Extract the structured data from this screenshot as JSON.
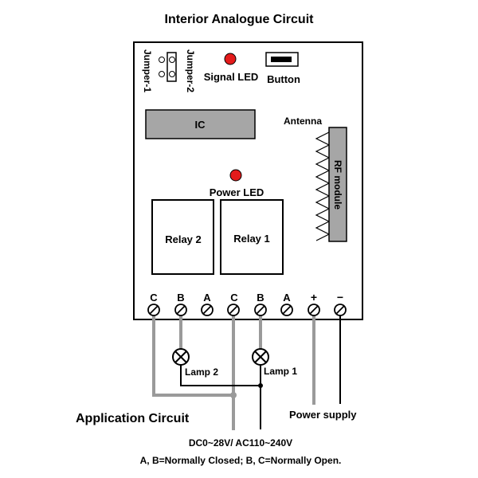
{
  "title": "Interior Analogue Circuit",
  "board": {
    "jumper1_label": "Jumper-1",
    "jumper2_label": "Jumper-2",
    "signal_led_label": "Signal LED",
    "button_label": "Button",
    "ic_label": "IC",
    "antenna_label": "Antenna",
    "rf_module_label": "RF module",
    "power_led_label": "Power LED",
    "relay2_label": "Relay 2",
    "relay1_label": "Relay 1"
  },
  "terminals": {
    "labels": [
      "C",
      "B",
      "A",
      "C",
      "B",
      "A",
      "+",
      "−"
    ]
  },
  "external": {
    "lamp2_label": "Lamp 2",
    "lamp1_label": "Lamp 1",
    "power_supply_label": "Power supply",
    "application_circuit_label": "Application Circuit",
    "source_label": "DC0~28V/ AC110~240V",
    "note": "A, B=Normally Closed; B, C=Normally Open."
  },
  "colors": {
    "led_red": "#e41b1b",
    "component_gray": "#a6a6a6",
    "wire_gray": "#9a9a9a",
    "wire_black": "#000000"
  }
}
